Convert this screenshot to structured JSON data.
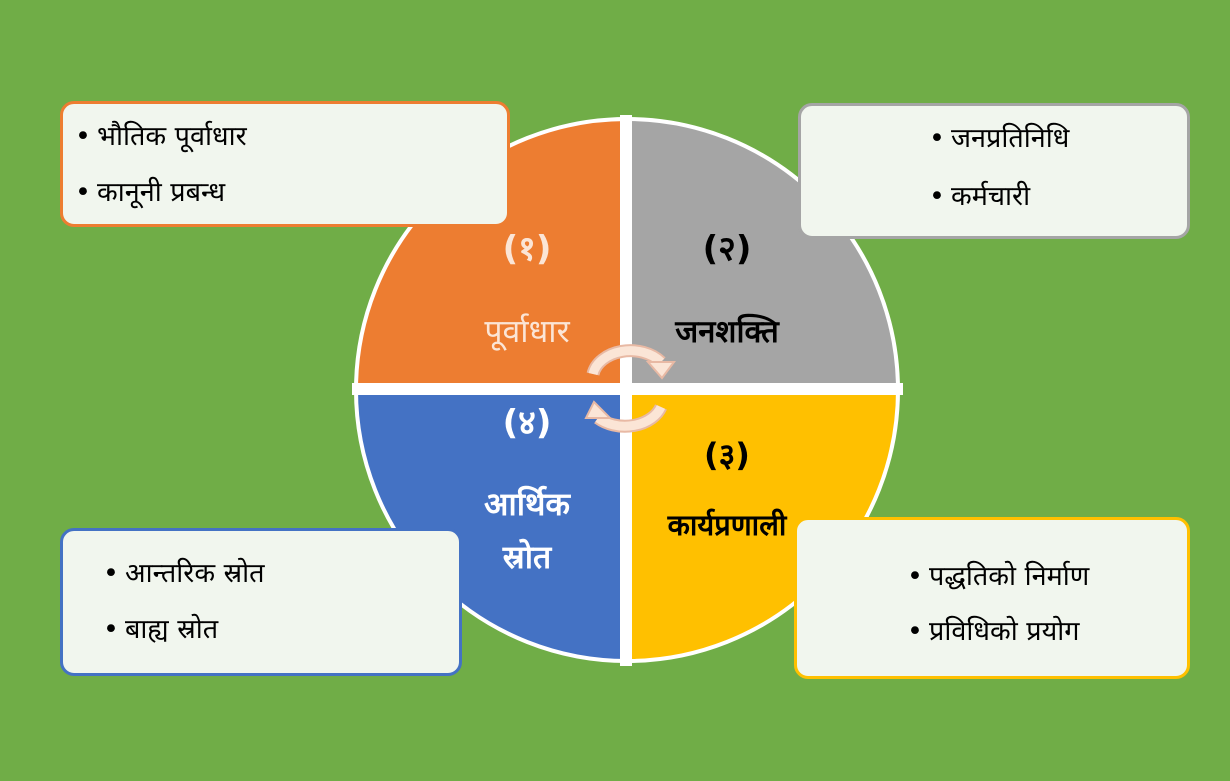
{
  "quadrants": [
    {
      "number": "(१)",
      "title": "पूर्वाधार",
      "color": "#ed7d31",
      "text_color": "#fbe5d6"
    },
    {
      "number": "(२)",
      "title": "जनशक्ति",
      "color": "#a5a5a5",
      "text_color": "#000000"
    },
    {
      "number": "(३)",
      "title": "कार्यप्रणाली",
      "color": "#ffc000",
      "text_color": "#000000"
    },
    {
      "number": "(४)",
      "title_line1": "आर्थिक",
      "title_line2": "स्रोत",
      "color": "#4472c4",
      "text_color": "#ffffff"
    }
  ],
  "boxes": {
    "top_left": {
      "items": [
        "भौतिक पूर्वाधार",
        "कानूनी प्रबन्ध"
      ]
    },
    "top_right": {
      "items": [
        "जनप्रतिनिधि",
        "कर्मचारी"
      ]
    },
    "bottom_left": {
      "items": [
        "आन्तरिक स्रोत",
        "बाह्य स्रोत"
      ]
    },
    "bottom_right": {
      "items": [
        "पद्धतिको निर्माण",
        "प्रविधिको प्रयोग"
      ]
    }
  },
  "bullet": "•",
  "colors": {
    "background": "#70ad47",
    "box_fill": "#f1f6ee",
    "divider": "#ffffff",
    "arrow": "#fbe5d6"
  }
}
